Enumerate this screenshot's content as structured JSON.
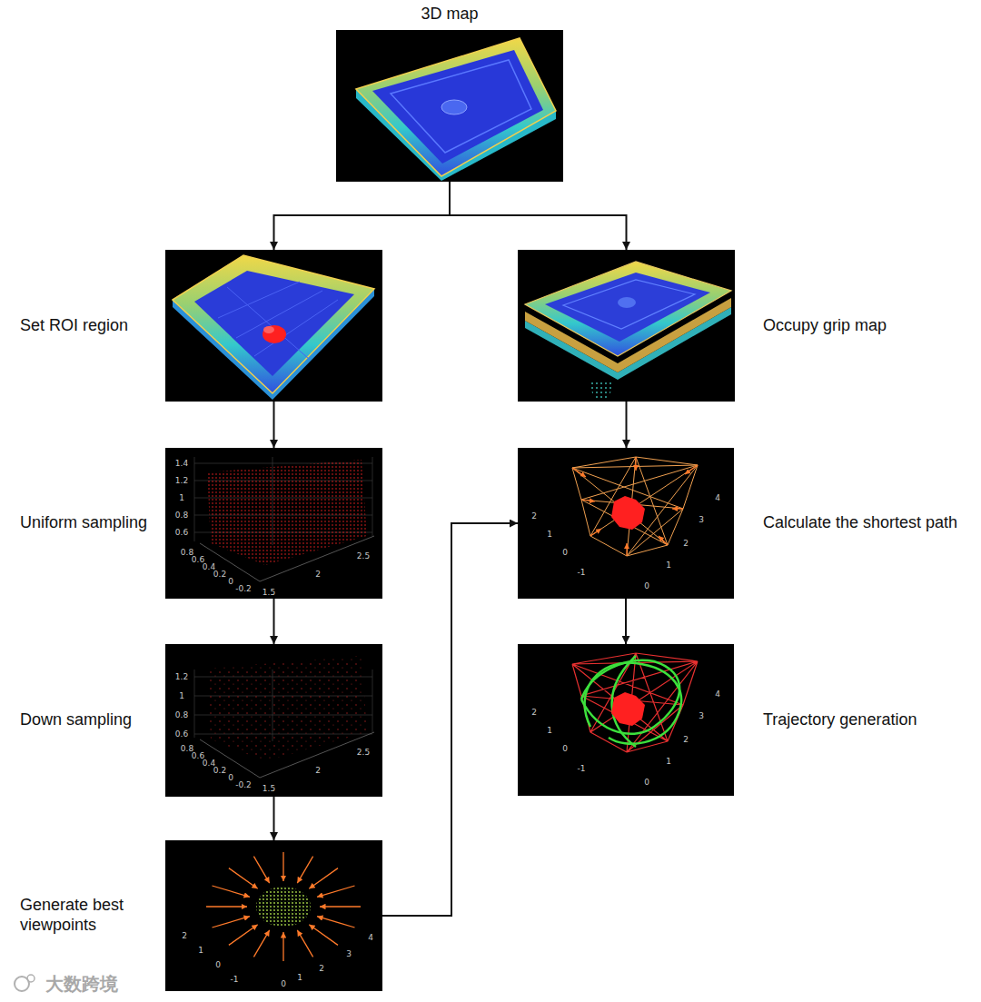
{
  "diagram": {
    "nodes": [
      {
        "text": [
          "3D map"
        ]
      },
      {
        "text": [
          "Set ROI region"
        ]
      },
      {
        "text": [
          "Occupy grip map"
        ]
      },
      {
        "text": [
          "Uniform sampling"
        ]
      },
      {
        "text": [
          "Calculate the shortest path"
        ]
      },
      {
        "text": [
          "Down sampling"
        ]
      },
      {
        "text": [
          "Trajectory generation"
        ]
      },
      {
        "text": [
          "Generate best viewpoints"
        ]
      }
    ],
    "edges": [
      {
        "from": 0,
        "to": 1,
        "arrow": "to"
      },
      {
        "from": 0,
        "to": 2,
        "arrow": "to"
      },
      {
        "from": 1,
        "to": 3,
        "arrow": "to"
      },
      {
        "from": 2,
        "to": 4,
        "arrow": "to"
      },
      {
        "from": 3,
        "to": 5,
        "arrow": "to"
      },
      {
        "from": 4,
        "to": 6,
        "arrow": "to"
      },
      {
        "from": 5,
        "to": 7,
        "arrow": "to"
      },
      {
        "from": 7,
        "to": 4,
        "arrow": "to"
      }
    ],
    "labels": [
      "1.4",
      "1.2",
      "1",
      "0.8",
      "0.6",
      "0.8",
      "0.6",
      "0.4",
      "0.2",
      "0",
      "-0.2",
      "1.5",
      "2",
      "2.5",
      "1.2",
      "1",
      "0.8",
      "0.6",
      "0.8",
      "0.6",
      "0.4",
      "0.2",
      "0",
      "-0.2",
      "1.5",
      "2",
      "2.5",
      "2",
      "1",
      "0",
      "-1",
      "0",
      "1",
      "2",
      "3",
      "4",
      "2",
      "1",
      "0",
      "-1",
      "4",
      "3",
      "2",
      "1",
      "0",
      "2",
      "1",
      "0",
      "-1",
      "4",
      "3",
      "2",
      "1",
      "0",
      "大数跨境"
    ]
  }
}
